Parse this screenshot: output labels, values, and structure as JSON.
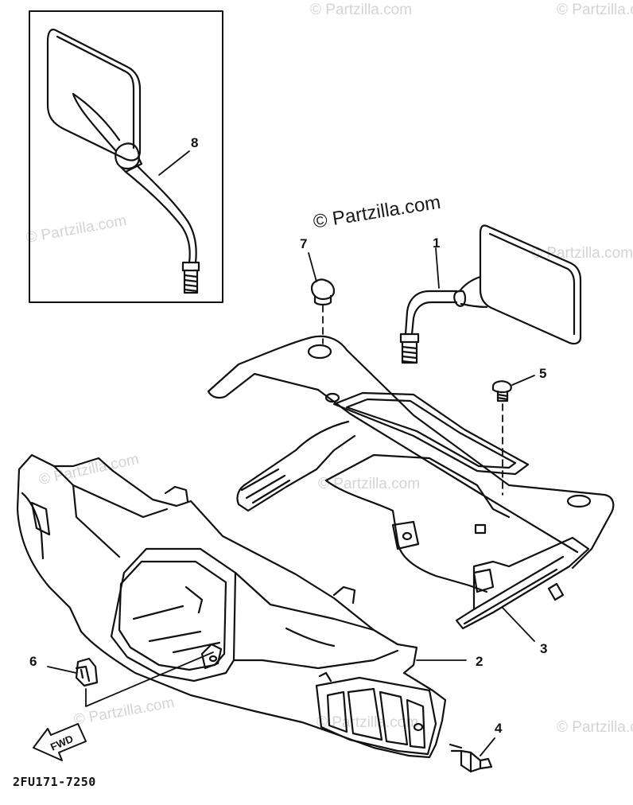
{
  "diagram": {
    "drawing_code": "2FU171-7250",
    "watermark_main": "© Partzilla.com",
    "watermark_faint": "© Partzilla.com",
    "fwd_label": "FWD",
    "callouts": {
      "c1": "1",
      "c2": "2",
      "c3": "3",
      "c4": "4",
      "c5": "5",
      "c6": "6",
      "c7": "7",
      "c8": "8"
    }
  },
  "colors": {
    "line": "#111111",
    "watermark_faint": "#d4d4d4",
    "background": "#ffffff"
  }
}
